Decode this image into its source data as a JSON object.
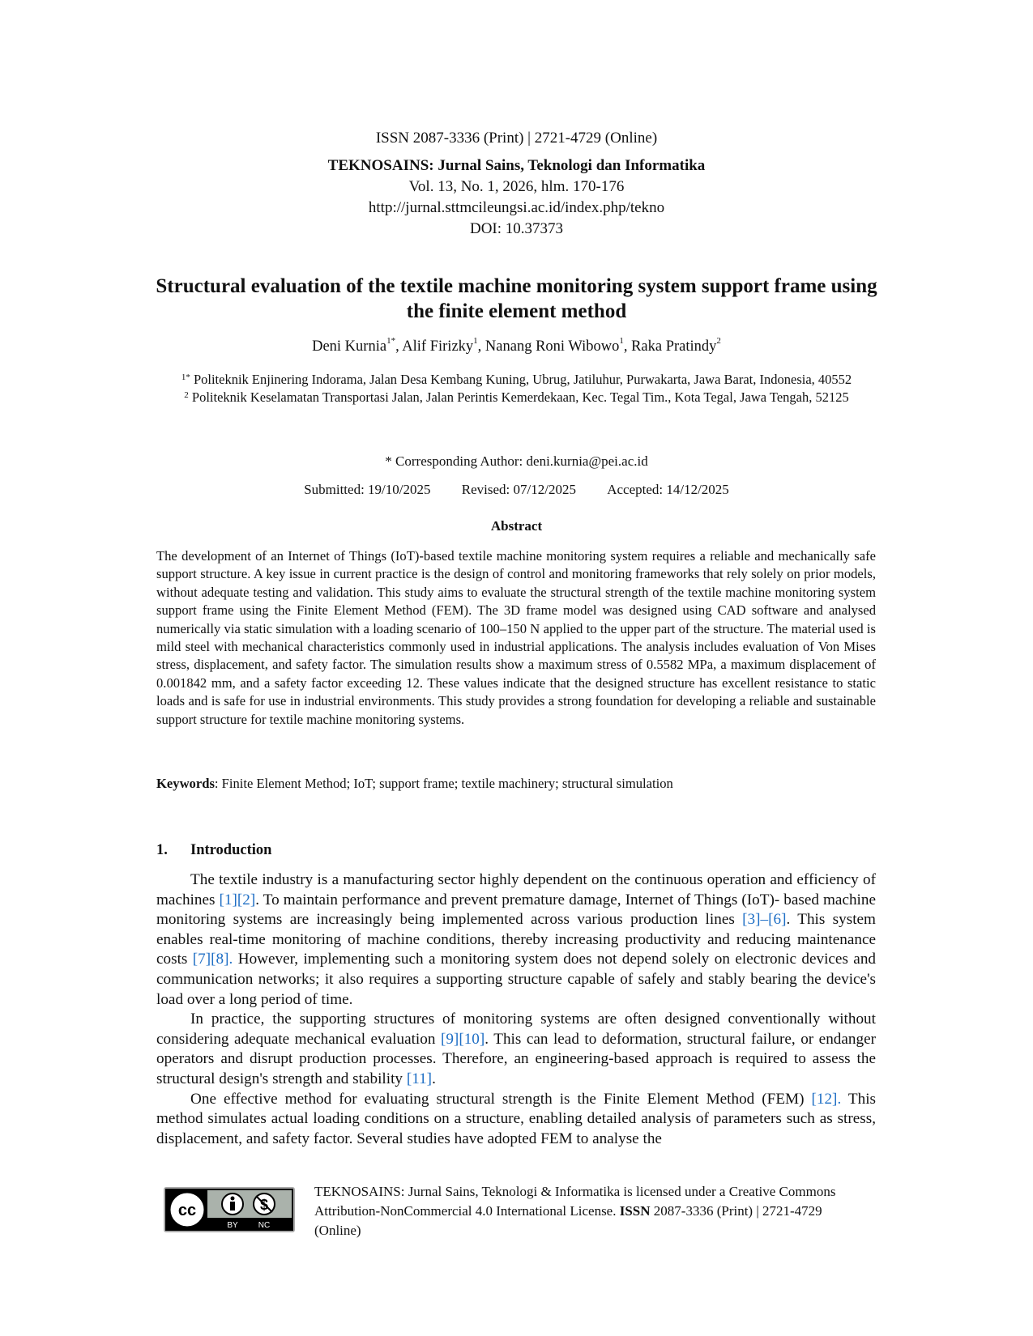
{
  "header": {
    "issn": "ISSN 2087-3336 (Print) | 2721-4729 (Online)",
    "journal": "TEKNOSAINS: Jurnal Sains, Teknologi dan Informatika",
    "volume": "Vol. 13, No. 1, 2026, hlm. 170-176",
    "url": "http://jurnal.sttmcileungsi.ac.id/index.php/tekno",
    "doi": "DOI: 10.37373"
  },
  "title": "Structural evaluation of the textile machine monitoring system support frame using the finite element method",
  "authors": [
    {
      "name": "Deni Kurnia",
      "sup": "1*"
    },
    {
      "name": "Alif Firizky",
      "sup": "1"
    },
    {
      "name": "Nanang Roni Wibowo",
      "sup": "1"
    },
    {
      "name": "Raka Pratindy",
      "sup": "2"
    }
  ],
  "affiliations": [
    {
      "sup": "1*",
      "text": "Politeknik Enjinering Indorama, Jalan Desa Kembang Kuning, Ubrug, Jatiluhur, Purwakarta, Jawa Barat, Indonesia, 40552"
    },
    {
      "sup": "2",
      "text": "Politeknik Keselamatan Transportasi Jalan, Jalan Perintis Kemerdekaan, Kec. Tegal Tim., Kota Tegal, Jawa Tengah, 52125"
    }
  ],
  "corresponding": "* Corresponding Author: deni.kurnia@pei.ac.id",
  "dates": {
    "submitted": "Submitted: 19/10/2025",
    "revised": "Revised: 07/12/2025",
    "accepted": "Accepted: 14/12/2025"
  },
  "abstract": {
    "heading": "Abstract",
    "text": "The development of an Internet of Things (IoT)-based textile machine monitoring system requires a reliable and mechanically safe support structure. A key issue in current practice is the design of control and monitoring frameworks that rely solely on prior models, without adequate testing and validation. This study aims to evaluate the structural strength of the textile machine monitoring system support frame using the Finite Element Method (FEM). The 3D frame model was designed using CAD software and analysed numerically via static simulation with a loading scenario of 100–150 N applied to the upper part of the structure. The material used is mild steel with mechanical characteristics commonly used in industrial applications. The analysis includes evaluation of Von Mises stress, displacement, and safety factor. The simulation results show a maximum stress of 0.5582 MPa, a maximum displacement of 0.001842 mm, and a safety factor exceeding 12. These values indicate that the designed structure has excellent resistance to static loads and is safe for use in industrial environments. This study provides a strong foundation for developing a reliable and sustainable support structure for textile machine monitoring systems."
  },
  "keywords": {
    "label": "Keywords",
    "text": ": Finite Element Method; IoT; support frame; textile machinery; structural simulation"
  },
  "section": {
    "number": "1.",
    "title": "Introduction"
  },
  "intro_paragraphs": [
    [
      {
        "t": "The textile industry is a manufacturing sector highly dependent on the continuous operation and efficiency of machines "
      },
      {
        "t": "[1][2]",
        "cite": true
      },
      {
        "t": ". To maintain performance and prevent premature damage, Internet of Things (IoT)- based machine monitoring systems are increasingly being implemented across various production lines "
      },
      {
        "t": "[3]–[6]",
        "cite": true
      },
      {
        "t": ". This system enables real-time monitoring of machine conditions, thereby increasing productivity and reducing maintenance costs "
      },
      {
        "t": "[7][8].",
        "cite": true
      },
      {
        "t": " However, implementing such a monitoring system does not depend solely on electronic devices and communication networks; it also requires a supporting structure capable of safely and stably bearing the device's load over a long period of time."
      }
    ],
    [
      {
        "t": "In practice, the supporting structures of monitoring systems are often designed conventionally without considering adequate mechanical evaluation "
      },
      {
        "t": "[9][10]",
        "cite": true
      },
      {
        "t": ". This can lead to deformation, structural failure, or endanger operators and disrupt production processes. Therefore, an engineering-based approach is required to assess the structural design's strength and stability "
      },
      {
        "t": "[11]",
        "cite": true
      },
      {
        "t": "."
      }
    ],
    [
      {
        "t": "One effective method for evaluating structural strength is the Finite Element Method (FEM) "
      },
      {
        "t": "[12].",
        "cite": true
      },
      {
        "t": " This method simulates actual loading conditions on a structure, enabling detailed analysis of parameters such as stress, displacement, and safety factor. Several studies have adopted FEM to analyse the"
      }
    ]
  ],
  "license": {
    "badge_labels": [
      "cc",
      "BY",
      "NC"
    ],
    "text_a": "TEKNOSAINS: Jurnal Sains, Teknologi & Informatika is licensed under a Creative Commons Attribution-NonCommercial 4.0 International License. ",
    "issn_label": "ISSN",
    "text_b": " 2087-3336 (Print) | 2721-4729 (Online)"
  },
  "colors": {
    "citation": "#1f6fc5"
  }
}
